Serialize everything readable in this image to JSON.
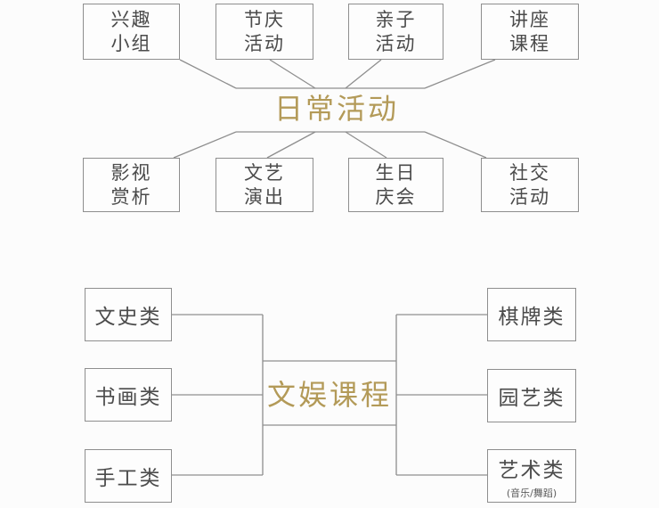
{
  "page": {
    "background": "#fcfcfc",
    "accent_color": "#b39a58",
    "border_color": "#8e8e8e",
    "text_color": "#4b4b4b"
  },
  "daily_activities": {
    "center_label": "日常活动",
    "top_row": [
      {
        "line1": "兴趣",
        "line2": "小组"
      },
      {
        "line1": "节庆",
        "line2": "活动"
      },
      {
        "line1": "亲子",
        "line2": "活动"
      },
      {
        "line1": "讲座",
        "line2": "课程"
      }
    ],
    "bottom_row": [
      {
        "line1": "影视",
        "line2": "赏析"
      },
      {
        "line1": "文艺",
        "line2": "演出"
      },
      {
        "line1": "生日",
        "line2": "庆会"
      },
      {
        "line1": "社交",
        "line2": "活动"
      }
    ]
  },
  "culture_courses": {
    "center_label": "文娱课程",
    "left_column": [
      {
        "label": "文史类"
      },
      {
        "label": "书画类"
      },
      {
        "label": "手工类"
      }
    ],
    "right_column": [
      {
        "label": "棋牌类",
        "sub": ""
      },
      {
        "label": "园艺类",
        "sub": ""
      },
      {
        "label": "艺术类",
        "sub": "(音乐/舞蹈)"
      }
    ]
  }
}
